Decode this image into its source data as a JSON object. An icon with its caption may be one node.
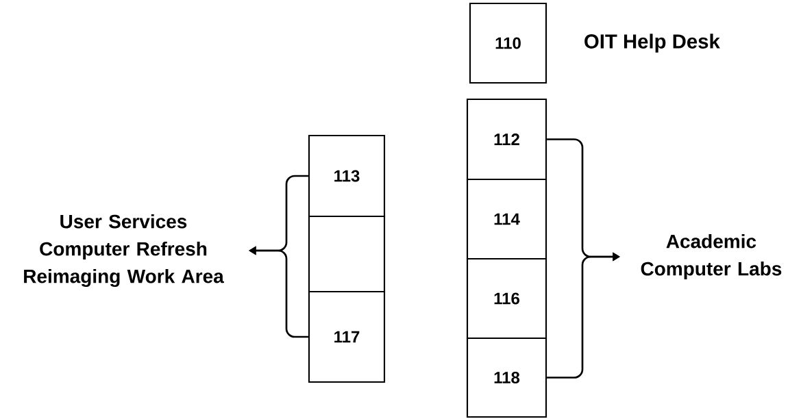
{
  "diagram": {
    "nodes": [
      {
        "text": [
          "110"
        ],
        "beside": [
          "OIT Help Desk"
        ]
      },
      {
        "text": [
          "User Services Computer Refresh Reimaging Work Area"
        ]
      },
      {
        "text": [
          "113"
        ]
      },
      {
        "text": [],
        "shape": "box"
      },
      {
        "text": [
          "117"
        ]
      },
      {
        "text": [
          "112"
        ]
      },
      {
        "text": [
          "114"
        ]
      },
      {
        "text": [
          "116"
        ]
      },
      {
        "text": [
          "118"
        ]
      },
      {
        "text": [
          "Academic Computer Labs"
        ]
      }
    ],
    "edges": [
      {
        "from": 2,
        "to": 1,
        "arrow": "to"
      },
      {
        "from": 4,
        "to": 1,
        "arrow": "to"
      },
      {
        "from": 5,
        "to": 9,
        "arrow": "to"
      },
      {
        "from": 8,
        "to": 9,
        "arrow": "to"
      }
    ]
  }
}
